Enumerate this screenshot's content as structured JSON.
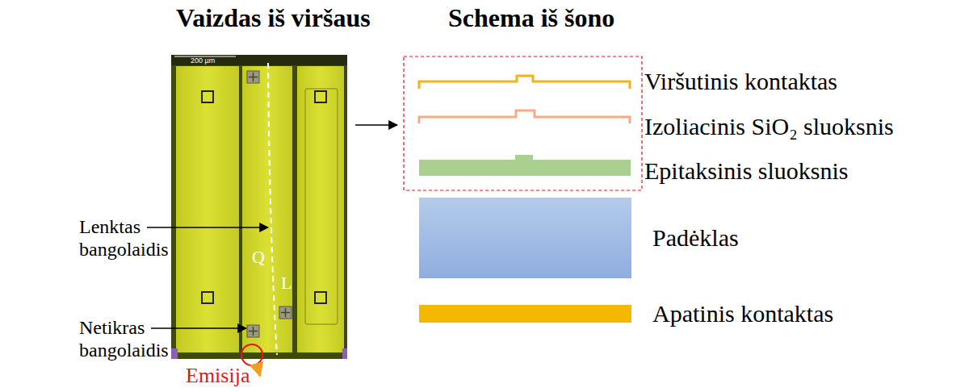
{
  "diagram": {
    "labels": [
      "Vaizdas iš viršaus",
      "Schema iš šono",
      "200 µm",
      "Q",
      "L",
      "Lenktas bangolaidis",
      "Netikras bangolaidis",
      "Emisija",
      "Viršutinis kontaktas",
      "Izoliacinis SiO₂ sluoksnis",
      "Epitaksinis sluoksnis",
      "Padėklas",
      "Apatinis kontaktas"
    ]
  }
}
